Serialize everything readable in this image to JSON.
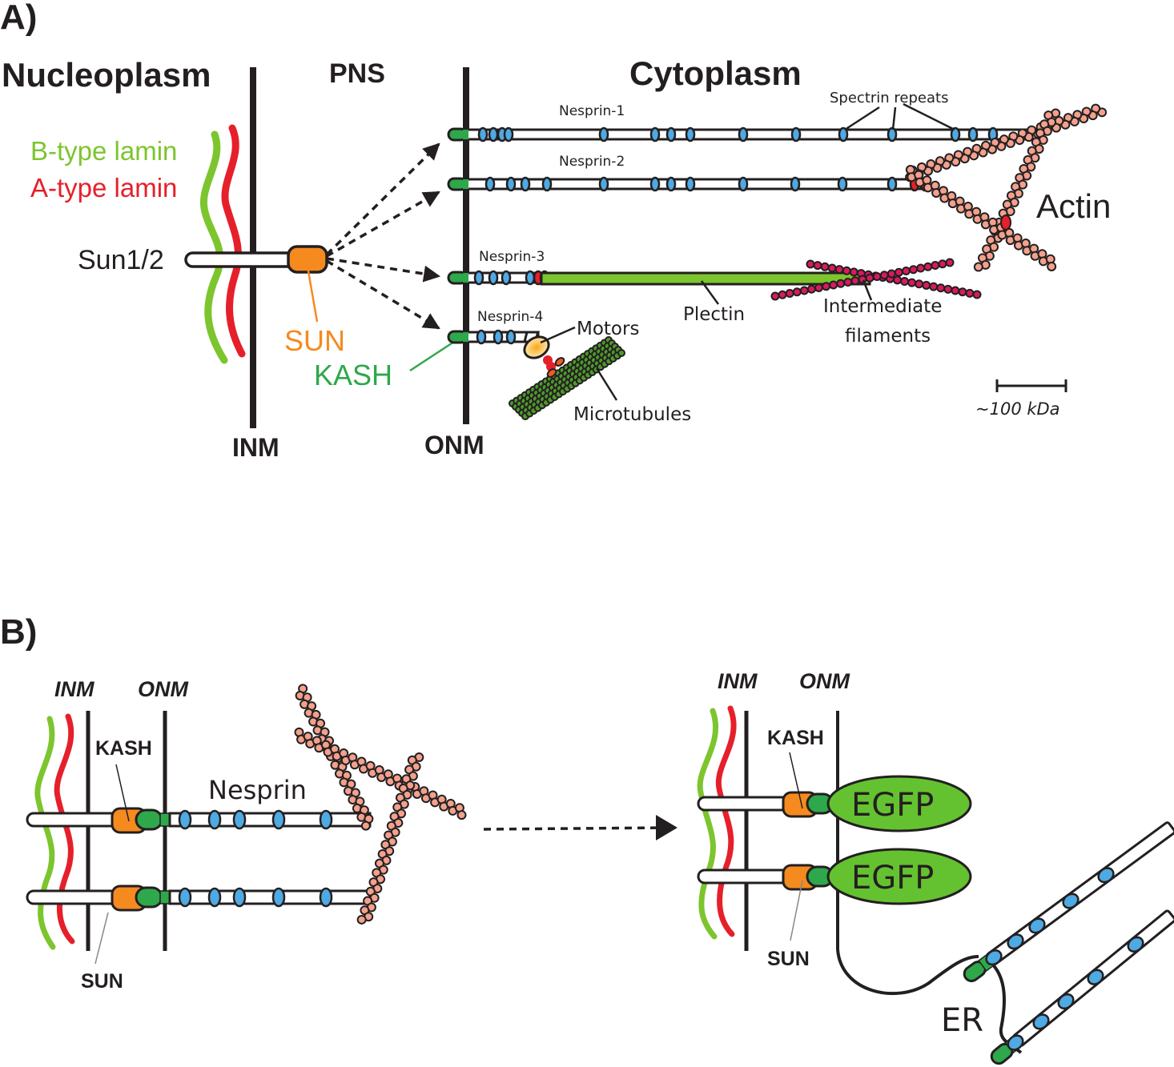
{
  "colors": {
    "b_lamin": "#7dc52e",
    "a_lamin": "#e5202a",
    "sun": "#f58a1f",
    "kash": "#2ea84a",
    "spectrin": "#4fa9e2",
    "actin_bead": "#f3a08c",
    "if_bead": "#d81a5f",
    "plectin": "#7dc52e",
    "egfp": "#64c230",
    "outline": "#231f20"
  },
  "panel_a": {
    "label": "A)",
    "region_nucleoplasm": "Nucleoplasm",
    "region_pns": "PNS",
    "region_cytoplasm": "Cytoplasm",
    "b_lamin_label": "B-type lamin",
    "a_lamin_label": "A-type lamin",
    "sun12_label": "Sun1/2",
    "sun_label": "SUN",
    "kash_label": "KASH",
    "inm_label": "INM",
    "onm_label": "ONM",
    "nesprins": [
      {
        "name": "Nesprin-1",
        "binds": "Actin"
      },
      {
        "name": "Nesprin-2",
        "binds": "Actin"
      },
      {
        "name": "Nesprin-3",
        "binds": "Plectin"
      },
      {
        "name": "Nesprin-4",
        "binds": "Motors"
      }
    ],
    "spectrin_label": "Spectrin repeats",
    "actin_label": "Actin",
    "plectin_label": "Plectin",
    "if_label_line1": "Intermediate",
    "if_label_line2": "filaments",
    "motors_label": "Motors",
    "microtubules_label": "Microtubules",
    "scale_label": "~100 kDa"
  },
  "panel_b": {
    "label": "B)",
    "left": {
      "inm_label": "INM",
      "onm_label": "ONM",
      "kash_label": "KASH",
      "sun_label": "SUN",
      "nesprin_label": "Nesprin"
    },
    "right": {
      "inm_label": "INM",
      "onm_label": "ONM",
      "kash_label": "KASH",
      "sun_label": "SUN",
      "egfp_labels": [
        "EGFP",
        "EGFP"
      ],
      "er_label": "ER"
    }
  }
}
